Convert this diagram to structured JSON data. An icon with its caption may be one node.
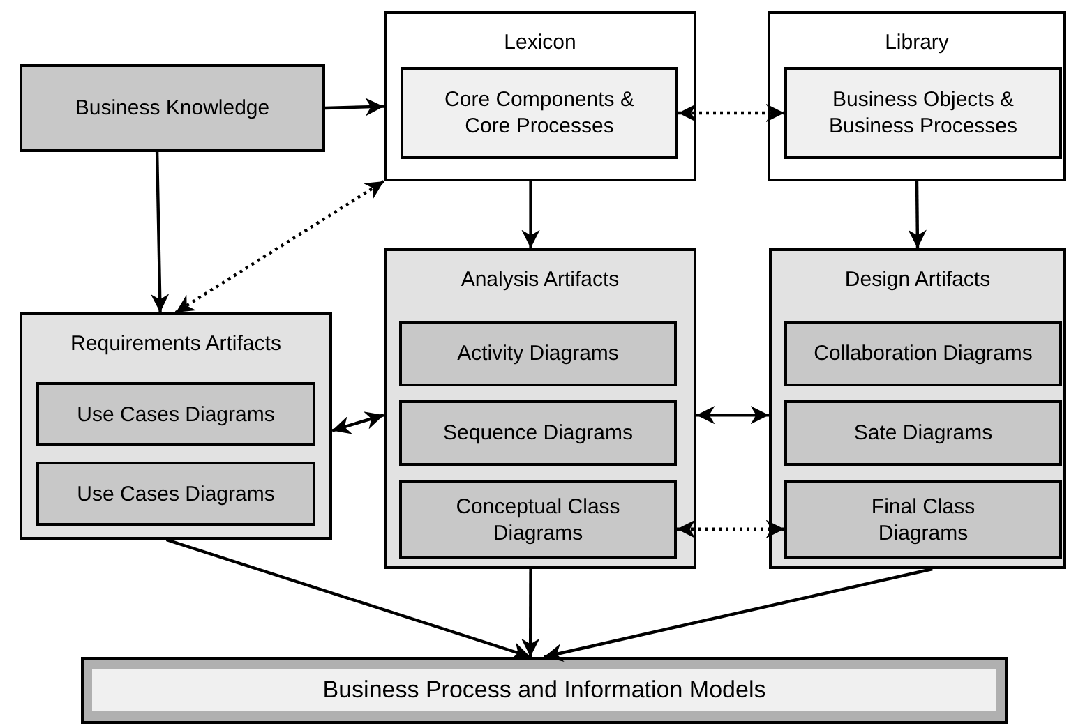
{
  "diagram": {
    "nodes": [
      {
        "text": [
          "Business Knowledge"
        ]
      },
      {
        "text": [
          "Lexicon"
        ]
      },
      {
        "text": [
          "Core Components & Core Processes"
        ],
        "in": 1
      },
      {
        "text": [
          "Library"
        ]
      },
      {
        "text": [
          "Business Objects & Business Processes"
        ],
        "in": 3
      },
      {
        "text": [
          "Requirements Artifacts"
        ]
      },
      {
        "text": [
          "Use Cases Diagrams"
        ],
        "in": 5
      },
      {
        "text": [
          "Use Cases Diagrams"
        ],
        "in": 5
      },
      {
        "text": [
          "Analysis Artifacts"
        ]
      },
      {
        "text": [
          "Activity Diagrams"
        ],
        "in": 8
      },
      {
        "text": [
          "Sequence Diagrams"
        ],
        "in": 8
      },
      {
        "text": [
          "Conceptual Class Diagrams"
        ],
        "in": 8
      },
      {
        "text": [
          "Design Artifacts"
        ]
      },
      {
        "text": [
          "Collaboration Diagrams"
        ],
        "in": 12
      },
      {
        "text": [
          "Sate Diagrams"
        ],
        "in": 12
      },
      {
        "text": [
          "Final Class Diagrams"
        ],
        "in": 12
      },
      {
        "text": [
          "Business Process and Information Models"
        ]
      }
    ],
    "edges": [
      {
        "from": 0,
        "to": 1,
        "arrow": "to"
      },
      {
        "from": 2,
        "to": 4,
        "arrow": "both",
        "style": "dashed"
      },
      {
        "from": 1,
        "to": 8,
        "arrow": "to"
      },
      {
        "from": 3,
        "to": 12,
        "arrow": "to"
      },
      {
        "from": 0,
        "to": 5,
        "arrow": "to"
      },
      {
        "from": 1,
        "to": 5,
        "arrow": "both",
        "style": "dashed"
      },
      {
        "from": 5,
        "to": 8,
        "arrow": "both"
      },
      {
        "from": 8,
        "to": 12,
        "arrow": "both"
      },
      {
        "from": 11,
        "to": 15,
        "arrow": "both",
        "style": "dashed"
      },
      {
        "from": 5,
        "to": 16,
        "arrow": "to"
      },
      {
        "from": 8,
        "to": 16,
        "arrow": "to"
      },
      {
        "from": 12,
        "to": 16,
        "arrow": "to"
      }
    ]
  }
}
